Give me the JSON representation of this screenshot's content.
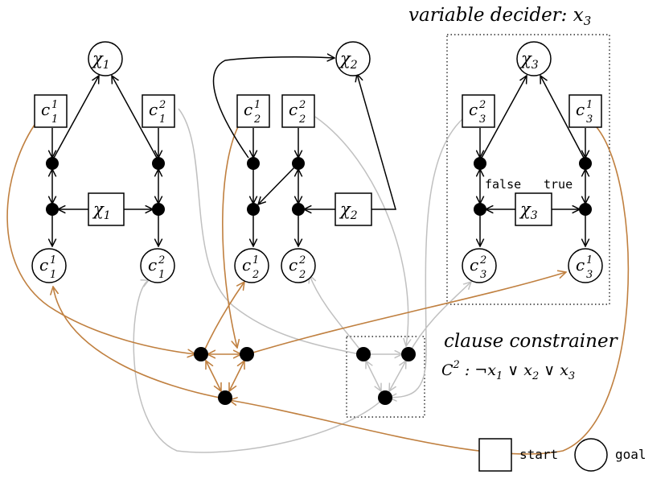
{
  "header": {
    "decider_title": "variable decider: x",
    "decider_title_sub": "3"
  },
  "clause": {
    "title": "clause constrainer",
    "formula_prefix": "C",
    "formula_sup": "2",
    "formula_body": " : ¬x",
    "formula_sub1": "1",
    "formula_or1": " ∨ x",
    "formula_sub2": "2",
    "formula_or2": " ∨ x",
    "formula_sub3": "3"
  },
  "decider_labels": {
    "false_label": "false",
    "true_label": "true"
  },
  "legend": {
    "start_label": "start",
    "goal_label": "goal"
  },
  "chi_goals": [
    {
      "base": "χ",
      "sub": "1"
    },
    {
      "base": "χ",
      "sub": "2"
    },
    {
      "base": "χ",
      "sub": "3"
    }
  ],
  "chi_starts": [
    {
      "base": "χ",
      "sub": "1"
    },
    {
      "base": "χ",
      "sub": "2"
    },
    {
      "base": "χ",
      "sub": "3"
    }
  ],
  "c_starts": [
    {
      "base": "c",
      "sup": "1",
      "sub": "1"
    },
    {
      "base": "c",
      "sup": "2",
      "sub": "1"
    },
    {
      "base": "c",
      "sup": "1",
      "sub": "2"
    },
    {
      "base": "c",
      "sup": "2",
      "sub": "2"
    },
    {
      "base": "c",
      "sup": "2",
      "sub": "3"
    },
    {
      "base": "c",
      "sup": "1",
      "sub": "3"
    }
  ],
  "c_goals": [
    {
      "base": "c",
      "sup": "1",
      "sub": "1"
    },
    {
      "base": "c",
      "sup": "2",
      "sub": "1"
    },
    {
      "base": "c",
      "sup": "1",
      "sub": "2"
    },
    {
      "base": "c",
      "sup": "2",
      "sub": "2"
    },
    {
      "base": "c",
      "sup": "2",
      "sub": "3"
    },
    {
      "base": "c",
      "sup": "1",
      "sub": "3"
    }
  ],
  "colors": {
    "ink": "#000000",
    "orange": "#c08040",
    "gray": "#c0c0c0"
  }
}
